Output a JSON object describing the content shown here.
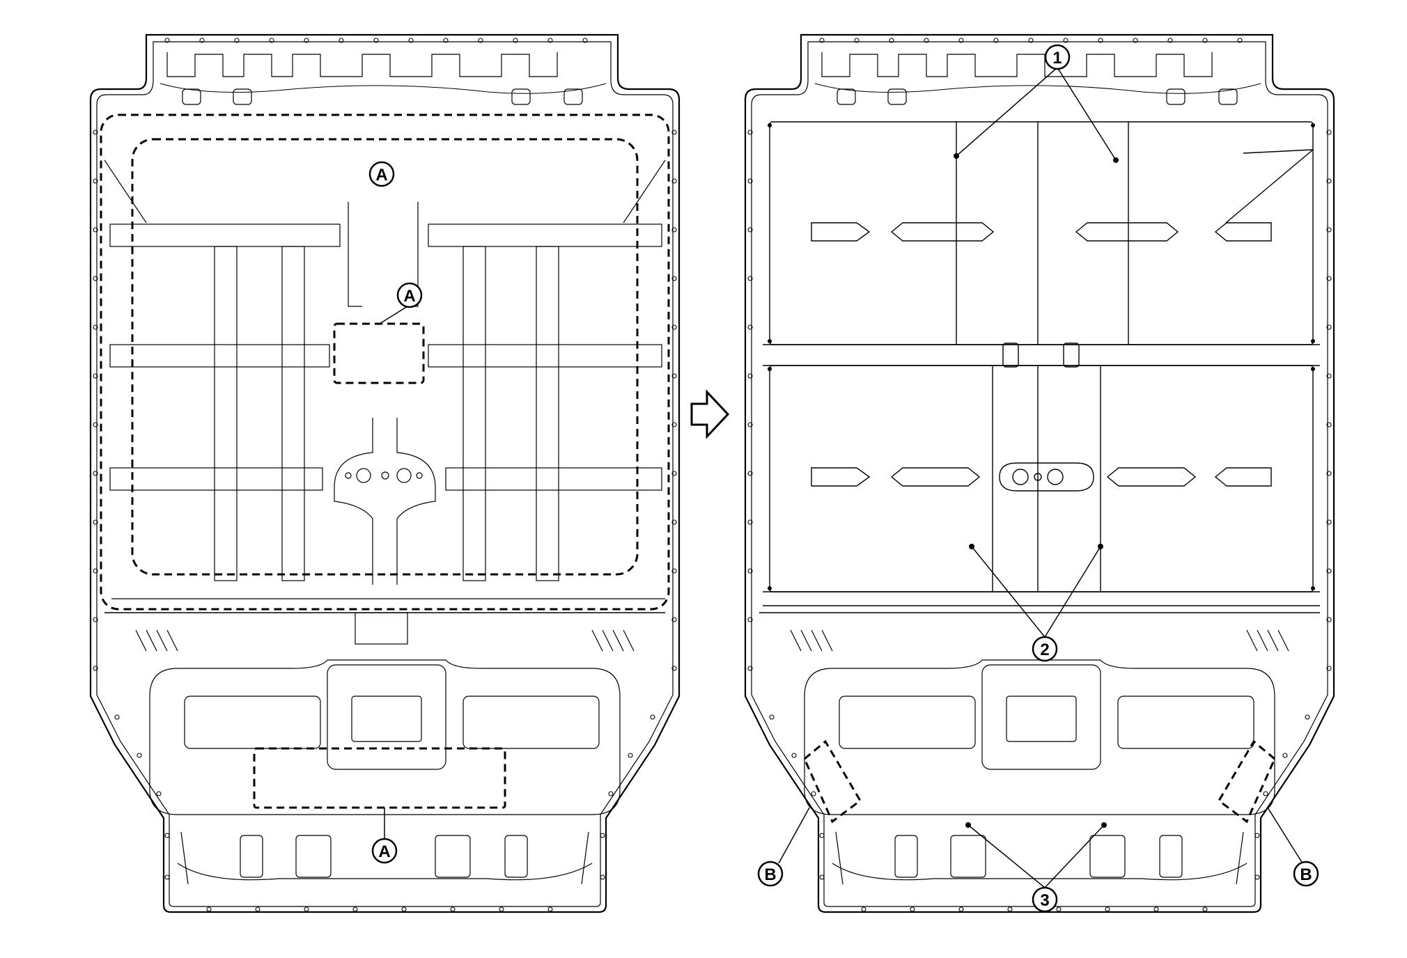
{
  "callouts": {
    "a1": "A",
    "a2": "A",
    "a3": "A",
    "one": "1",
    "two": "2",
    "three": "3",
    "b_left": "B",
    "b_right": "B"
  },
  "colors": {
    "stroke": "#000000",
    "background": "#ffffff"
  },
  "icons": {
    "transition": "hollow-right-arrow-icon"
  }
}
